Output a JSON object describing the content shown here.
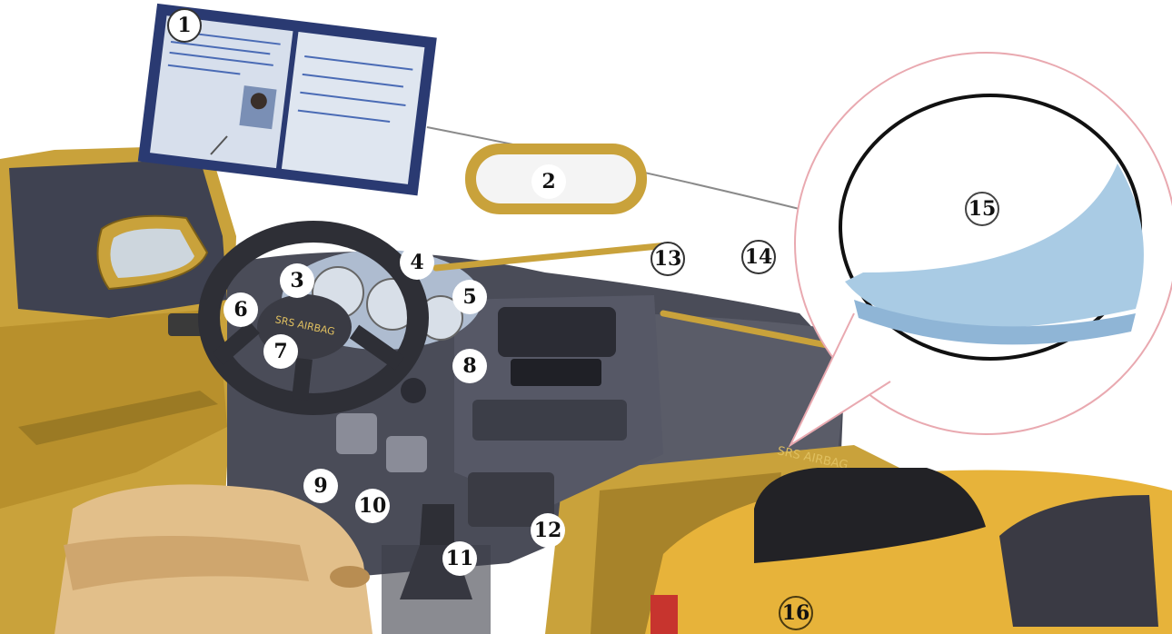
{
  "illustration": {
    "subject": "car-interior",
    "colors": {
      "interior_gold": "#c9a23b",
      "dashboard_dark": "#4a4c58",
      "seat_beige": "#e2bf8a",
      "airbag_blue": "#a9cbe4",
      "taxi_yellow": "#e7b33a",
      "zoom_ring": "#e9a9b0"
    },
    "printed_text": {
      "steering_airbag": "SRS AIRBAG",
      "dashboard_airbag": "SRS AIRBAG"
    }
  },
  "callouts": [
    {
      "id": "1",
      "label": "1"
    },
    {
      "id": "2",
      "label": "2"
    },
    {
      "id": "3",
      "label": "3"
    },
    {
      "id": "4",
      "label": "4"
    },
    {
      "id": "5",
      "label": "5"
    },
    {
      "id": "6",
      "label": "6"
    },
    {
      "id": "7",
      "label": "7"
    },
    {
      "id": "8",
      "label": "8"
    },
    {
      "id": "9",
      "label": "9"
    },
    {
      "id": "10",
      "label": "10"
    },
    {
      "id": "11",
      "label": "11"
    },
    {
      "id": "12",
      "label": "12"
    },
    {
      "id": "13",
      "label": "13"
    },
    {
      "id": "14",
      "label": "14"
    },
    {
      "id": "15",
      "label": "15"
    },
    {
      "id": "16",
      "label": "16"
    }
  ]
}
